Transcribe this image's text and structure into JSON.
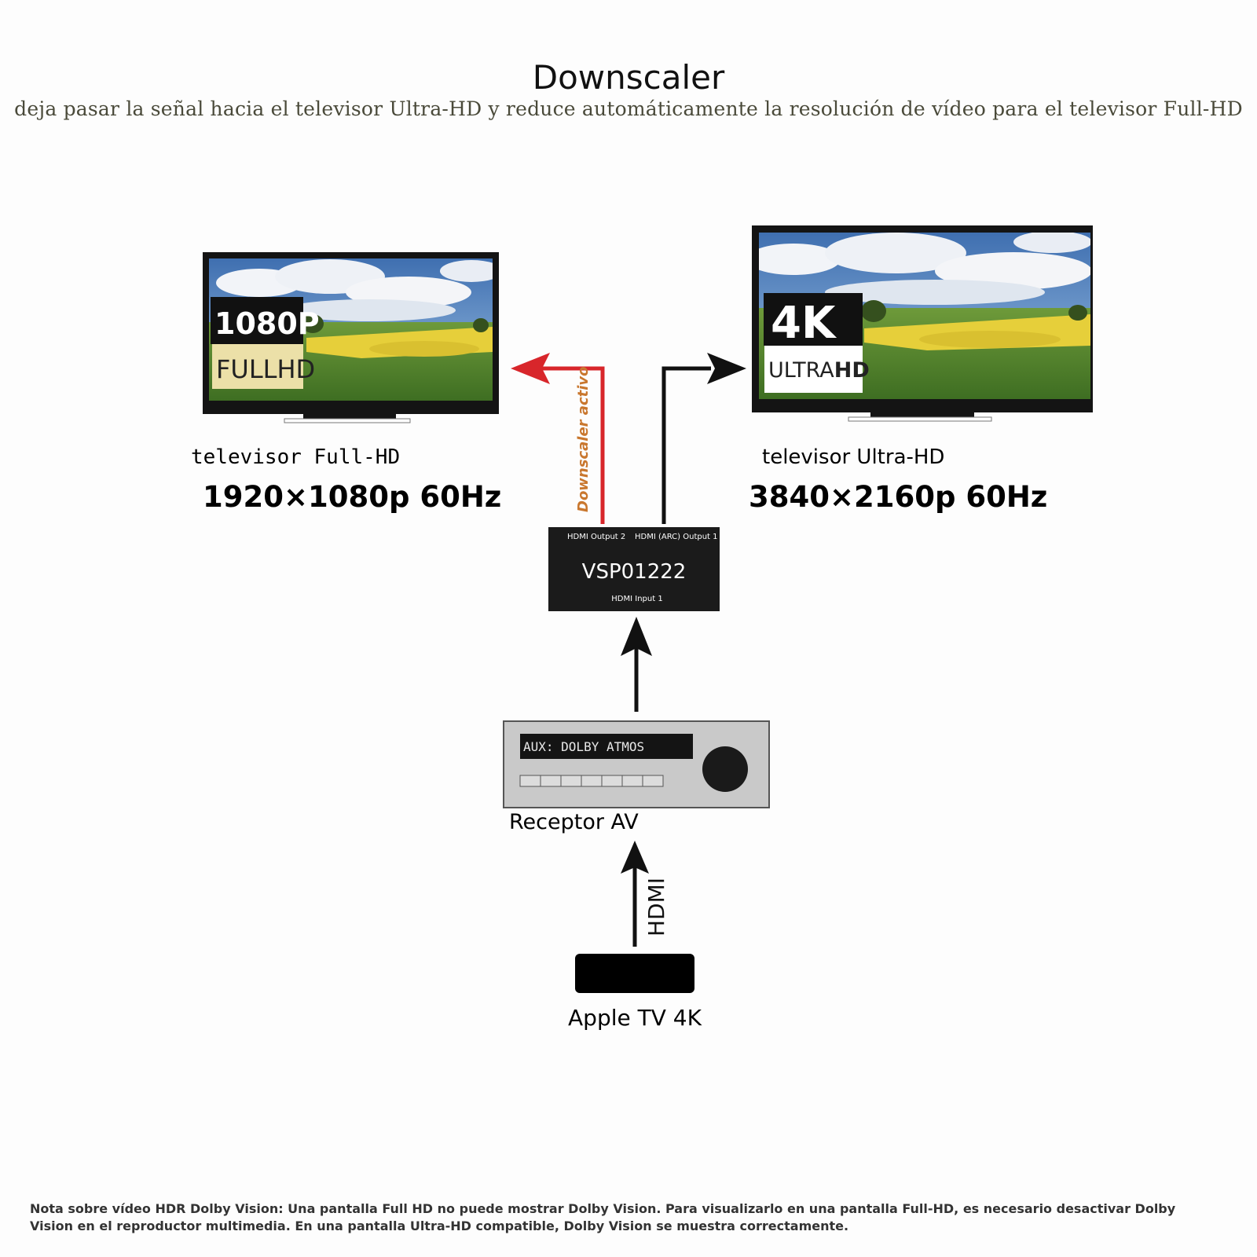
{
  "header": {
    "title": "Downscaler",
    "subtitle": "deja pasar la señal hacia el televisor Ultra-HD y reduce automáticamente la resolución de vídeo para el televisor Full-HD"
  },
  "tv_fullhd": {
    "badge_top": "1080P",
    "badge_bottom": "FULLHD",
    "name": "televisor Full-HD",
    "resolution": "1920×1080p 60Hz"
  },
  "tv_ultrahd": {
    "badge_top": "4K",
    "badge_bottom_light": "ULTRA",
    "badge_bottom_bold": "HD",
    "name": "televisor Ultra-HD",
    "resolution": "3840×2160p 60Hz"
  },
  "downscaler_label": "Downscaler activo",
  "device": {
    "model": "VSP01222",
    "port_out2": "HDMI Output 2",
    "port_out1": "HDMI (ARC) Output 1",
    "port_in1": "HDMI Input 1"
  },
  "receiver": {
    "display": "AUX: DOLBY ATMOS",
    "label": "Receptor AV"
  },
  "hdmi_label": "HDMI",
  "source": {
    "label": "Apple TV 4K"
  },
  "footer": {
    "note": "Nota sobre vídeo HDR Dolby Vision: Una pantalla Full HD no puede mostrar Dolby Vision. Para visualizarlo en una pantalla Full-HD, es necesario desactivar Dolby Vision en el reproductor multimedia. En una pantalla Ultra-HD compatible, Dolby Vision se muestra correctamente."
  },
  "colors": {
    "arrow_red": "#d8262b",
    "downscaler_text": "#c9772e",
    "badge_cream": "#ece0a8",
    "device_black": "#1b1b1b",
    "receiver_gray": "#c9c9c9"
  }
}
